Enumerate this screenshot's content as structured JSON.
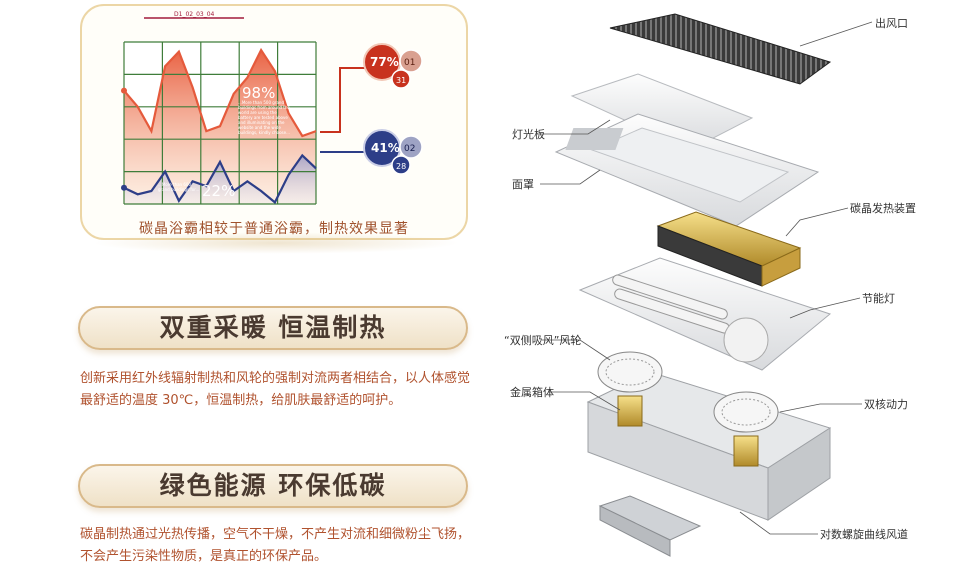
{
  "chart_data": {
    "type": "area",
    "title": "D1_02_03_04",
    "series": [
      {
        "color": "#e55a3c",
        "values": [
          70,
          60,
          45,
          85,
          94,
          72,
          45,
          48,
          68,
          78,
          95,
          82,
          56,
          42,
          45
        ]
      },
      {
        "color": "#2d3e88",
        "values": [
          10,
          6,
          8,
          20,
          2,
          14,
          11,
          26,
          8,
          14,
          8,
          1,
          18,
          30,
          22
        ]
      }
    ],
    "ylim": [
      0,
      100
    ],
    "grid": true,
    "annotations": {
      "high_value": "98%",
      "low_value": "22%",
      "high_note": "...More than 500 grand buildings from around the world are using the battery are tested above and illuminating on the website and the wide buildings, kindly choose...",
      "low_note": "...More than 600 grand buildings for...",
      "red_badge": {
        "main": "77%",
        "sub1": "01",
        "sub2": "31",
        "color": "#c8321e"
      },
      "blue_badge": {
        "main": "41%",
        "sub1": "02",
        "sub2": "28",
        "color": "#2d3e88"
      }
    },
    "caption": "碳晶浴霸相较于普通浴霸，制热效果显著"
  },
  "feature1": {
    "title": "双重采暖 恒温制热",
    "text": "创新采用红外线辐射制热和风轮的强制对流两者相结合，以人体感觉最舒适的温度 30℃，恒温制热，给肌肤最舒适的呵护。"
  },
  "feature2": {
    "title": "绿色能源 环保低碳",
    "text": "碳晶制热通过光热传播，空气不干燥，不产生对流和细微粉尘飞扬，不会产生污染性物质，是真正的环保产品。"
  },
  "diagram_labels": {
    "outlet": "出风口",
    "light_panel": "灯光板",
    "face_cover": "面罩",
    "heater": "碳晶发热装置",
    "lamp": "节能灯",
    "fan_wheel": "“双侧吸风”风轮",
    "metal_box": "金属箱体",
    "dual_motor": "双核动力",
    "spiral_duct": "对数螺旋曲线风道"
  }
}
